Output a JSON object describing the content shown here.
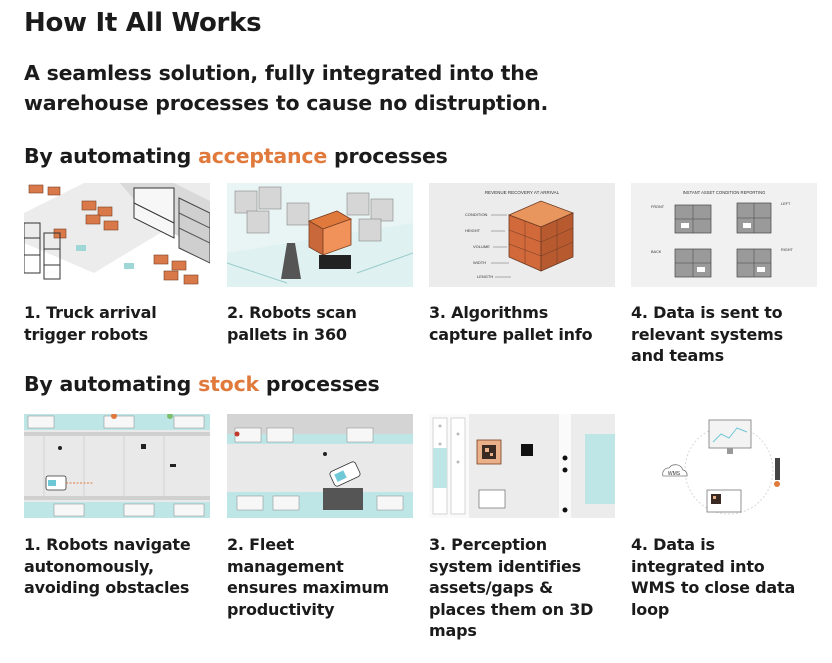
{
  "header": {
    "title": "How It All Works",
    "subtitle": "A seamless solution, fully integrated into the warehouse processes to cause no distruption."
  },
  "sections": [
    {
      "heading_prefix": "By automating ",
      "heading_accent": "acceptance",
      "heading_suffix": " processes",
      "steps": [
        {
          "caption": "1. Truck arrival trigger robots",
          "image": "truck-arrival-illustration"
        },
        {
          "caption": "2. Robots scan pallets in 360",
          "image": "robot-pallet-scan-illustration"
        },
        {
          "caption": "3. Algorithms capture pallet info",
          "image": "pallet-dimensions-diagram",
          "image_text": {
            "title": "REVENUE RECOVERY AT ARRIVAL",
            "labels": [
              "CONDITION",
              "HEIGHT",
              "VOLUME",
              "WIDTH",
              "LENGTH"
            ]
          }
        },
        {
          "caption": "4. Data is sent to relevant systems and teams",
          "image": "condition-report-views",
          "image_text": {
            "title": "INSTANT ASSET CONDITION REPORTING",
            "labels": [
              "FRONT",
              "LEFT",
              "BACK",
              "RIGHT"
            ]
          }
        }
      ]
    },
    {
      "heading_prefix": "By automating ",
      "heading_accent": "stock",
      "heading_suffix": " processes",
      "steps": [
        {
          "caption": "1. Robots navigate autonomously, avoiding obstacles",
          "image": "warehouse-aisle-navigation"
        },
        {
          "caption": "2. Fleet management ensures maximum productivity",
          "image": "fleet-management-illustration"
        },
        {
          "caption": "3. Perception system identifies assets/gaps & places them on 3D maps",
          "image": "perception-map-illustration"
        },
        {
          "caption": "4. Data is integrated into WMS to close data loop",
          "image": "wms-data-loop-illustration",
          "image_text": {
            "label": "WMS"
          }
        }
      ]
    }
  ],
  "colors": {
    "accent": "#e07a3c",
    "text": "#1b1b1b",
    "teal": "#bfe6e6"
  }
}
